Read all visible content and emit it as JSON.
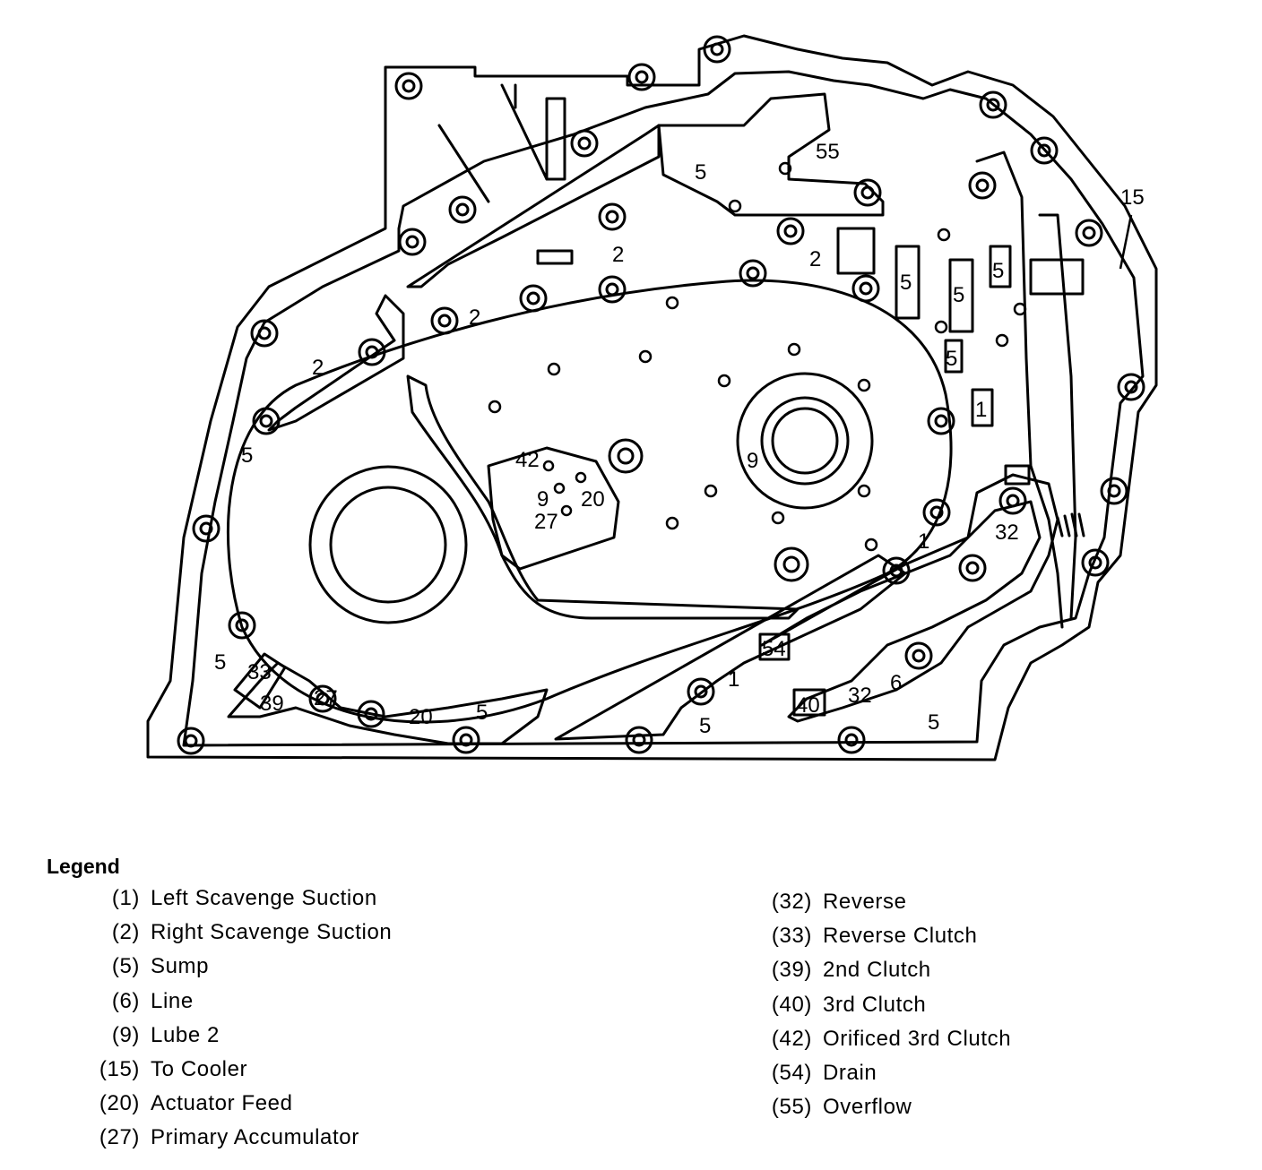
{
  "diagram": {
    "callouts": [
      {
        "id": "c55",
        "text": "55"
      },
      {
        "id": "c5a",
        "text": "5"
      },
      {
        "id": "c15",
        "text": "15"
      },
      {
        "id": "c2a",
        "text": "2"
      },
      {
        "id": "c2b",
        "text": "2"
      },
      {
        "id": "c5b",
        "text": "5"
      },
      {
        "id": "c5c",
        "text": "5"
      },
      {
        "id": "c5d",
        "text": "5"
      },
      {
        "id": "c2c",
        "text": "2"
      },
      {
        "id": "c5e",
        "text": "5"
      },
      {
        "id": "c2d",
        "text": "2"
      },
      {
        "id": "c1a",
        "text": "1"
      },
      {
        "id": "c5f",
        "text": "5"
      },
      {
        "id": "c42",
        "text": "42"
      },
      {
        "id": "c9a",
        "text": "9"
      },
      {
        "id": "c20a",
        "text": "20"
      },
      {
        "id": "c27a",
        "text": "27"
      },
      {
        "id": "c9b",
        "text": "9"
      },
      {
        "id": "c32a",
        "text": "32"
      },
      {
        "id": "c1b",
        "text": "1"
      },
      {
        "id": "c54",
        "text": "54"
      },
      {
        "id": "c1c",
        "text": "1"
      },
      {
        "id": "c40",
        "text": "40"
      },
      {
        "id": "c32b",
        "text": "32"
      },
      {
        "id": "c6",
        "text": "6"
      },
      {
        "id": "c5g",
        "text": "5"
      },
      {
        "id": "c5h",
        "text": "5"
      },
      {
        "id": "c5i",
        "text": "5"
      },
      {
        "id": "c33",
        "text": "33"
      },
      {
        "id": "c39",
        "text": "39"
      },
      {
        "id": "c27b",
        "text": "27"
      },
      {
        "id": "c20b",
        "text": "20"
      },
      {
        "id": "c5j",
        "text": "5"
      }
    ]
  },
  "legend": {
    "title": "Legend",
    "left": [
      {
        "num": "(1)",
        "label": "Left Scavenge Suction"
      },
      {
        "num": "(2)",
        "label": "Right Scavenge Suction"
      },
      {
        "num": "(5)",
        "label": "Sump"
      },
      {
        "num": "(6)",
        "label": "Line"
      },
      {
        "num": "(9)",
        "label": "Lube 2"
      },
      {
        "num": "(15)",
        "label": "To Cooler"
      },
      {
        "num": "(20)",
        "label": "Actuator Feed"
      },
      {
        "num": "(27)",
        "label": "Primary Accumulator"
      }
    ],
    "right": [
      {
        "num": "(32)",
        "label": "Reverse"
      },
      {
        "num": "(33)",
        "label": "Reverse Clutch"
      },
      {
        "num": "(39)",
        "label": "2nd Clutch"
      },
      {
        "num": "(40)",
        "label": "3rd Clutch"
      },
      {
        "num": "(42)",
        "label": "Orificed 3rd Clutch"
      },
      {
        "num": "(54)",
        "label": "Drain"
      },
      {
        "num": "(55)",
        "label": "Overflow"
      }
    ]
  }
}
